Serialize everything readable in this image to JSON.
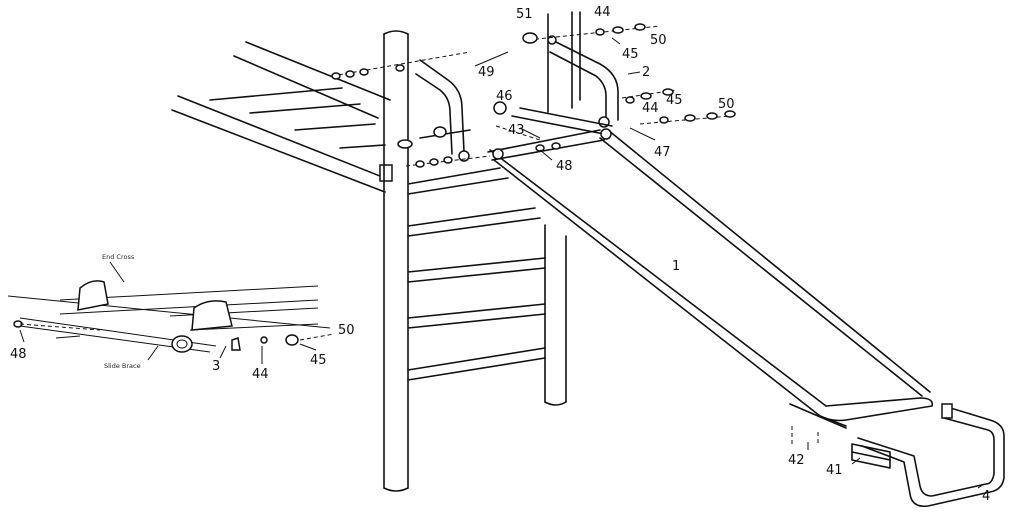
{
  "diagram": {
    "callouts": {
      "c51": "51",
      "c44a": "44",
      "c50a": "50",
      "c45a": "45",
      "c49": "49",
      "c2": "2",
      "c46": "46",
      "c44b": "44",
      "c45b": "45",
      "c50b": "50",
      "c43": "43",
      "c47": "47",
      "c48a": "48",
      "c1": "1",
      "c48b": "48",
      "c3": "3",
      "c44c": "44",
      "c45c": "45",
      "c50c": "50",
      "c42": "42",
      "c41": "41",
      "c4": "4"
    },
    "inset": {
      "end_cross_label": "End Cross",
      "slide_brace_label": "Slide Brace"
    }
  }
}
